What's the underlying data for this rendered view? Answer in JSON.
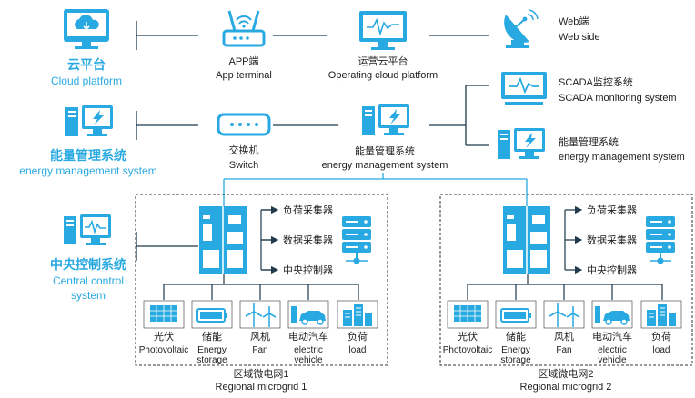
{
  "left_categories": {
    "cloud": {
      "cn": "云平台",
      "en": "Cloud platform"
    },
    "ems": {
      "cn": "能量管理系统",
      "en": "energy management system"
    },
    "central": {
      "cn": "中央控制系统",
      "en1": "Central control",
      "en2": "system"
    }
  },
  "middle_column": {
    "app": {
      "cn": "APP端",
      "en": "App terminal"
    },
    "switch": {
      "cn": "交换机",
      "en": "Switch"
    }
  },
  "center_column": {
    "cloud": {
      "cn": "运营云平台",
      "en": "Operating cloud platform"
    },
    "ems": {
      "cn": "能量管理系统",
      "en": "energy management system"
    }
  },
  "right_column": {
    "web": {
      "cn": "Web端",
      "en": "Web side"
    },
    "scada": {
      "cn": "SCADA监控系统",
      "en": "SCADA monitoring system"
    },
    "ems": {
      "cn": "能量管理系统",
      "en": "energy management system"
    }
  },
  "microgrids": [
    {
      "collectors": [
        "负荷采集器",
        "数据采集器",
        "中央控制器"
      ],
      "devices": [
        {
          "cn": "光伏",
          "en": "Photovoltaic",
          "icon": "solar-panel-icon"
        },
        {
          "cn": "储能",
          "en": "Energy storage",
          "icon": "battery-icon"
        },
        {
          "cn": "风机",
          "en": "Fan",
          "icon": "wind-turbine-icon"
        },
        {
          "cn": "电动汽车",
          "en": "electric vehicle",
          "icon": "electric-car-icon"
        },
        {
          "cn": "负荷",
          "en": "load",
          "icon": "building-icon"
        }
      ],
      "label_cn": "区域微电网1",
      "label_en": "Regional microgrid 1"
    },
    {
      "collectors": [
        "负荷采集器",
        "数据采集器",
        "中央控制器"
      ],
      "devices": [
        {
          "cn": "光伏",
          "en": "Photovoltaic",
          "icon": "solar-panel-icon"
        },
        {
          "cn": "储能",
          "en": "Energy storage",
          "icon": "battery-icon"
        },
        {
          "cn": "风机",
          "en": "Fan",
          "icon": "wind-turbine-icon"
        },
        {
          "cn": "电动汽车",
          "en": "electric vehicle",
          "icon": "electric-car-icon"
        },
        {
          "cn": "负荷",
          "en": "load",
          "icon": "building-icon"
        }
      ],
      "label_cn": "区域微电网2",
      "label_en": "Regional microgrid 2"
    }
  ],
  "colors": {
    "accent": "#29a9e1",
    "line": "#1f3a4d",
    "text": "#222222"
  }
}
